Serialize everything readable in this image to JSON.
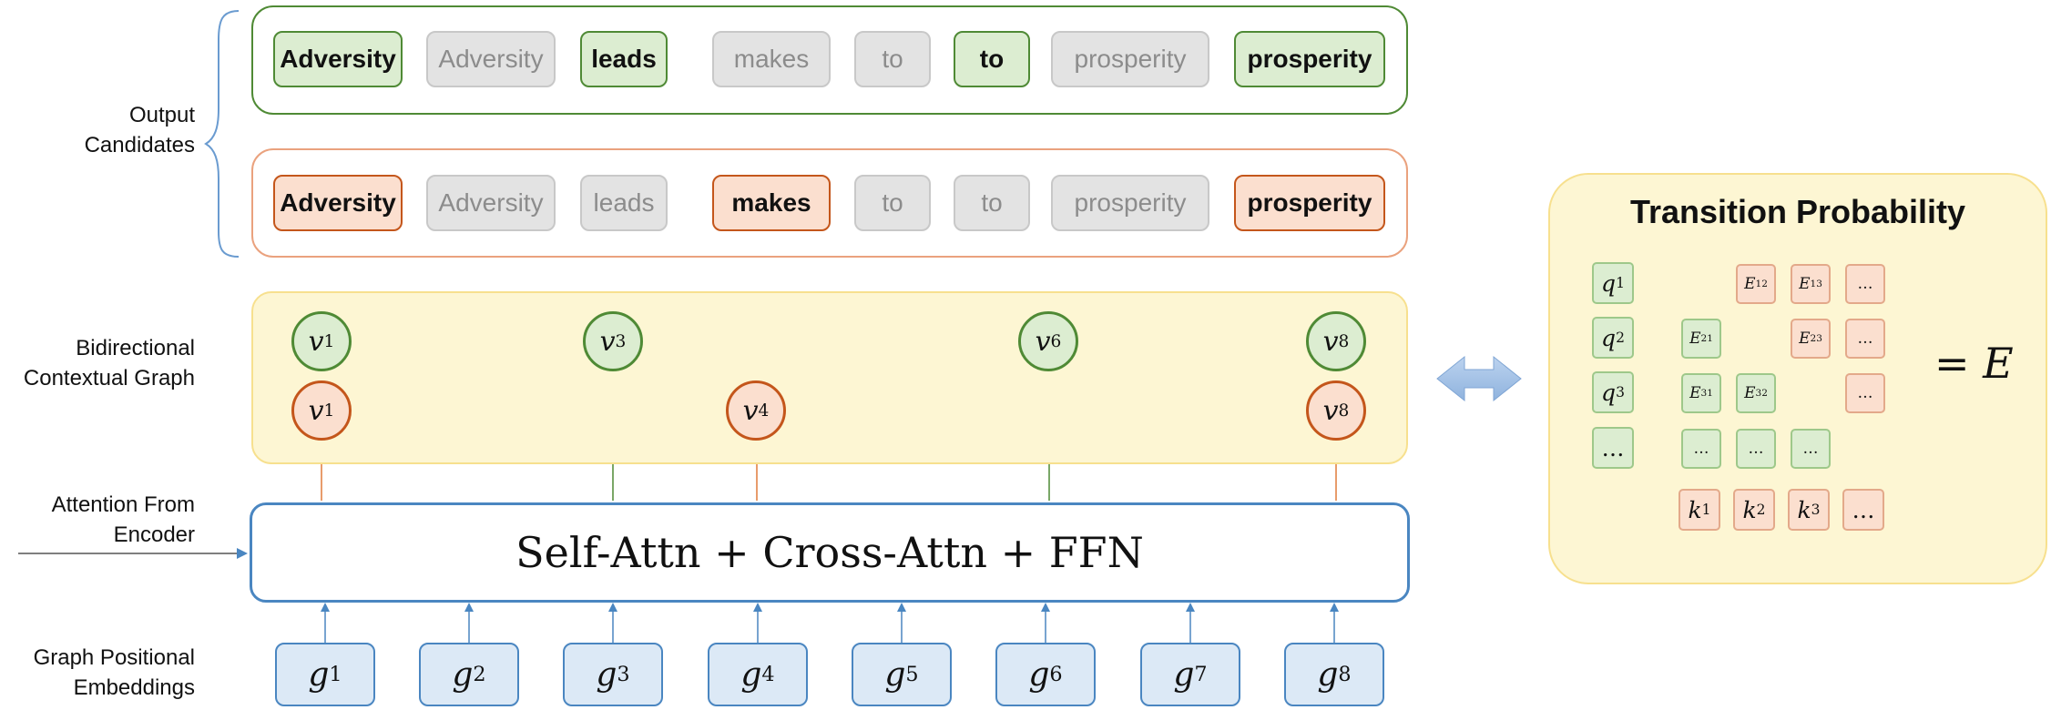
{
  "labels": {
    "output_candidates": "Output Candidates",
    "bidirectional_graph": "Bidirectional Contextual Graph",
    "attention_from_encoder": "Attention From Encoder",
    "graph_positional_embeddings": "Graph Positional Embeddings"
  },
  "output_candidates": {
    "row_green": [
      {
        "text": "Adversity",
        "state": "selected"
      },
      {
        "text": "Adversity",
        "state": "inactive"
      },
      {
        "text": "leads",
        "state": "selected"
      },
      {
        "text": "makes",
        "state": "inactive"
      },
      {
        "text": "to",
        "state": "inactive"
      },
      {
        "text": "to",
        "state": "selected"
      },
      {
        "text": "prosperity",
        "state": "inactive"
      },
      {
        "text": "prosperity",
        "state": "selected"
      }
    ],
    "row_orange": [
      {
        "text": "Adversity",
        "state": "selected"
      },
      {
        "text": "Adversity",
        "state": "inactive"
      },
      {
        "text": "leads",
        "state": "inactive"
      },
      {
        "text": "makes",
        "state": "selected"
      },
      {
        "text": "to",
        "state": "inactive"
      },
      {
        "text": "to",
        "state": "inactive"
      },
      {
        "text": "prosperity",
        "state": "inactive"
      },
      {
        "text": "prosperity",
        "state": "selected"
      }
    ]
  },
  "graph": {
    "green_path": [
      {
        "base": "v",
        "sub": "1"
      },
      {
        "base": "v",
        "sub": "3"
      },
      {
        "base": "v",
        "sub": "6"
      },
      {
        "base": "v",
        "sub": "8"
      }
    ],
    "orange_path": [
      {
        "base": "v",
        "sub": "1"
      },
      {
        "base": "v",
        "sub": "4"
      },
      {
        "base": "v",
        "sub": "8"
      }
    ]
  },
  "decoder": {
    "label": "Self-Attn + Cross-Attn + FFN"
  },
  "embeddings": [
    {
      "base": "g",
      "sub": "1"
    },
    {
      "base": "g",
      "sub": "2"
    },
    {
      "base": "g",
      "sub": "3"
    },
    {
      "base": "g",
      "sub": "4"
    },
    {
      "base": "g",
      "sub": "5"
    },
    {
      "base": "g",
      "sub": "6"
    },
    {
      "base": "g",
      "sub": "7"
    },
    {
      "base": "g",
      "sub": "8"
    }
  ],
  "transition": {
    "title": "Transition Probability",
    "equals": "= E",
    "queries": [
      {
        "base": "q",
        "sub": "1"
      },
      {
        "base": "q",
        "sub": "2"
      },
      {
        "base": "q",
        "sub": "3"
      },
      {
        "base": "…",
        "sub": ""
      }
    ],
    "keys": [
      {
        "base": "k",
        "sub": "1"
      },
      {
        "base": "k",
        "sub": "2"
      },
      {
        "base": "k",
        "sub": "3"
      },
      {
        "base": "…",
        "sub": ""
      }
    ],
    "matrix": [
      [
        "",
        "",
        {
          "base": "E",
          "sub": "12"
        },
        {
          "base": "E",
          "sub": "13"
        },
        {
          "base": "…",
          "sub": ""
        }
      ],
      [
        "",
        {
          "base": "E",
          "sub": "21"
        },
        "",
        {
          "base": "E",
          "sub": "23"
        },
        {
          "base": "…",
          "sub": ""
        }
      ],
      [
        "",
        {
          "base": "E",
          "sub": "31"
        },
        {
          "base": "E",
          "sub": "32"
        },
        "",
        {
          "base": "…",
          "sub": ""
        }
      ],
      [
        "",
        {
          "base": "…",
          "sub": ""
        },
        {
          "base": "…",
          "sub": ""
        },
        {
          "base": "…",
          "sub": ""
        },
        ""
      ]
    ]
  },
  "colors": {
    "green_accent": "#4f8a35",
    "orange_accent": "#c4561b",
    "blue_accent": "#4a86c1",
    "yellow_panel": "#fdf6d3"
  }
}
